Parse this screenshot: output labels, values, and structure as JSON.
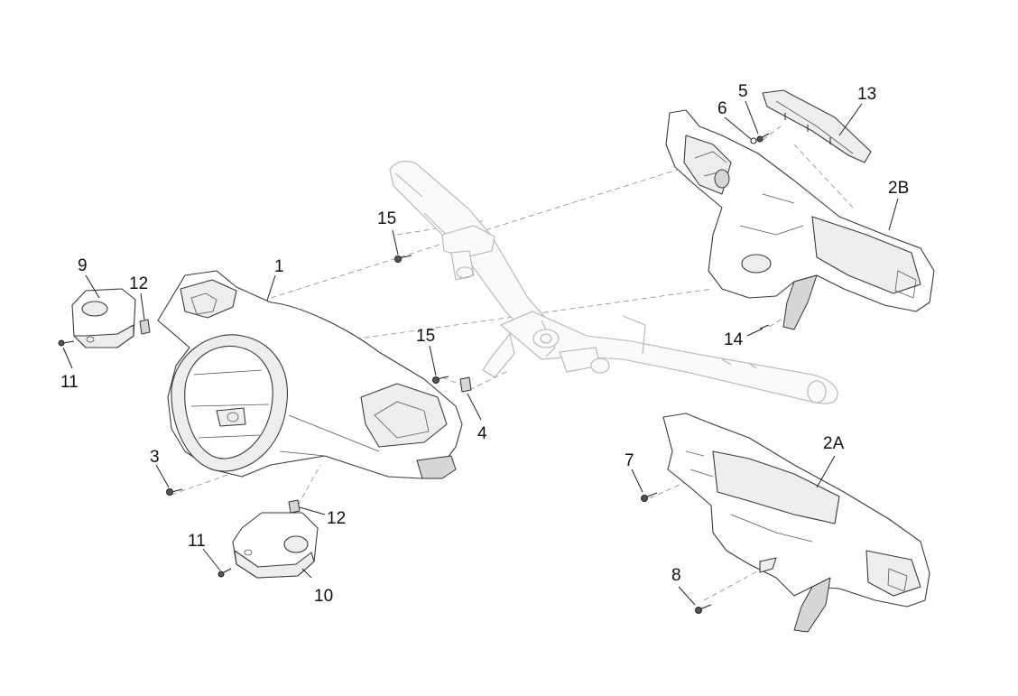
{
  "callouts": {
    "c1": "1",
    "c2A": "2A",
    "c2B": "2B",
    "c3": "3",
    "c4": "4",
    "c5": "5",
    "c6": "6",
    "c7": "7",
    "c8": "8",
    "c9": "9",
    "c10": "10",
    "c11a": "11",
    "c11b": "11",
    "c12a": "12",
    "c12b": "12",
    "c13": "13",
    "c14": "14",
    "c15a": "15",
    "c15b": "15"
  }
}
